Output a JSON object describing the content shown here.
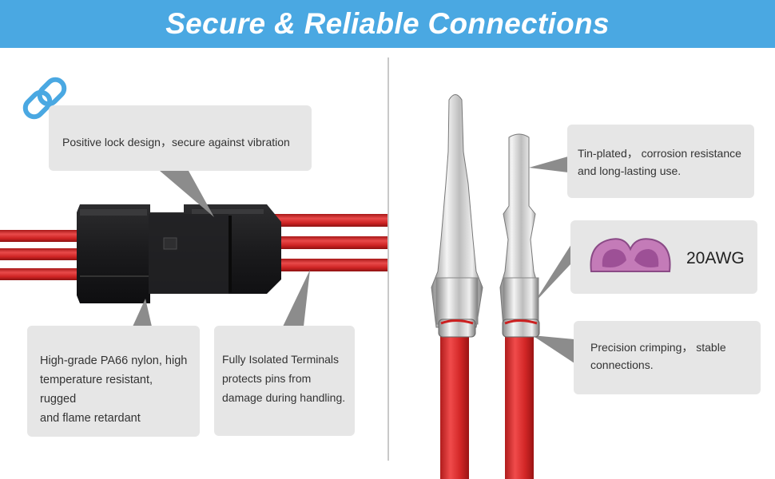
{
  "banner": {
    "title": "Secure & Reliable Connections",
    "color": "#4aa8e2"
  },
  "icons": {
    "link": "chain-link-icon"
  },
  "callouts": {
    "lock": "Positive lock design，secure against vibration",
    "nylon": [
      "High-grade PA66 nylon, high",
      "temperature resistant, rugged",
      "and flame retardant"
    ],
    "isolated": [
      "Fully Isolated Terminals",
      "protects pins from",
      "damage during handling."
    ],
    "tin": [
      "Tin-plated， corrosion resistance",
      "and long-lasting use."
    ],
    "awg": "20AWG",
    "crimp": [
      "Precision crimping， stable",
      "connections."
    ]
  },
  "colors": {
    "wire": "#d42a2a",
    "housing": "#1c1c1e",
    "callout_bg": "#e6e6e6",
    "pointer": "#8c8c8c"
  }
}
